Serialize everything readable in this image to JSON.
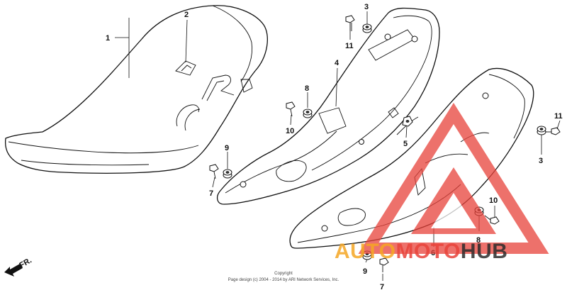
{
  "callouts": {
    "c1": "1",
    "c2": "2",
    "c3a": "3",
    "c3b": "3",
    "c4": "4",
    "c5": "5",
    "c6": "6",
    "c7a": "7",
    "c7b": "7",
    "c8a": "8",
    "c8b": "8",
    "c9a": "9",
    "c9b": "9",
    "c10a": "10",
    "c10b": "10",
    "c11a": "11",
    "c11b": "11"
  },
  "front_indicator": "FR.",
  "copyright": {
    "line1": "Copyright",
    "line2": "Page design (c) 2004 - 2014 by ARI Network Services, Inc."
  },
  "watermark": {
    "part1": "AUTO",
    "part2": "MOTO",
    "part3": "HUB",
    "color_orange": "#f5a623",
    "color_red": "#e8423a",
    "color_dark": "#2b2b2b"
  }
}
